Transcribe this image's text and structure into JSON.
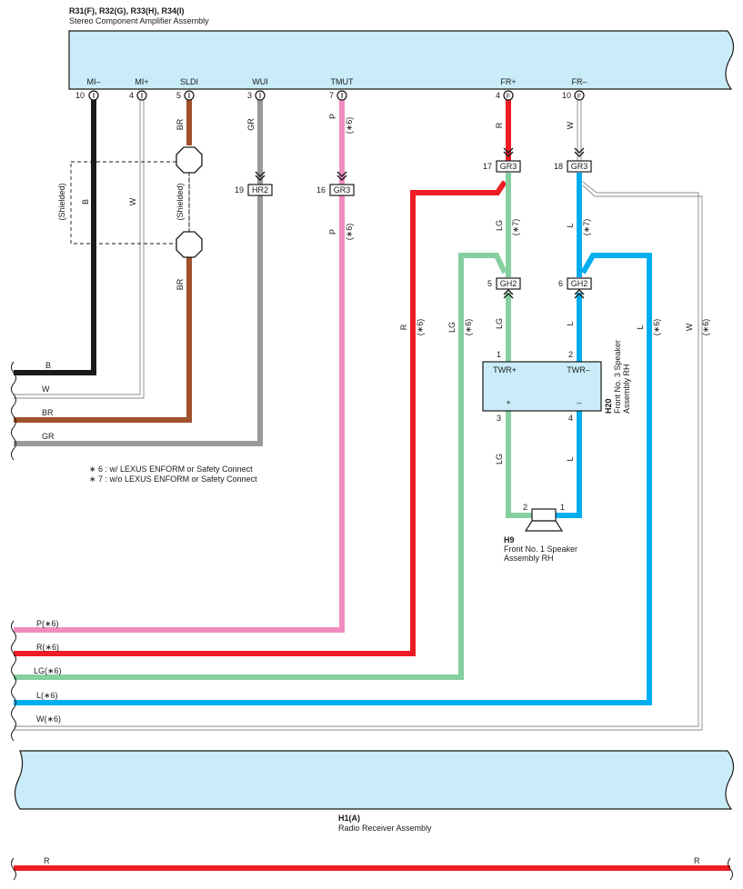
{
  "colors": {
    "black": "#1a1a1a",
    "white_wire": "#9a9a9a",
    "brown": "#a0522d",
    "gray": "#999999",
    "pink": "#f08cc0",
    "red": "#ee1c24",
    "light_green": "#86cfa0",
    "blue": "#00aeef",
    "component_fill": "#c9ecf8"
  },
  "amplifier": {
    "code": "R31(F), R32(G), R33(H), R34(I)",
    "name": "Stereo Component Amplifier Assembly",
    "terminals": [
      {
        "label": "MI–",
        "pin": "10",
        "conn": "I"
      },
      {
        "label": "MI+",
        "pin": "4",
        "conn": "I"
      },
      {
        "label": "SLDI",
        "pin": "5",
        "conn": "I"
      },
      {
        "label": "WUI",
        "pin": "3",
        "conn": "I"
      },
      {
        "label": "TMUT",
        "pin": "7",
        "conn": "I"
      },
      {
        "label": "FR+",
        "pin": "4",
        "conn": "F"
      },
      {
        "label": "FR–",
        "pin": "10",
        "conn": "F"
      }
    ]
  },
  "wire_labels": {
    "br": "BR",
    "gr": "GR",
    "p": "P",
    "r": "R",
    "w": "W",
    "lg": "LG",
    "l": "L",
    "b": "B",
    "n6": "(∗6)",
    "n7": "(∗7)",
    "shielded": "(Shielded)"
  },
  "junctions": [
    {
      "pin": "19",
      "conn": "HR2"
    },
    {
      "pin": "16",
      "conn": "GR3"
    },
    {
      "pin": "17",
      "conn": "GR3"
    },
    {
      "pin": "18",
      "conn": "GR3"
    },
    {
      "pin": "5",
      "conn": "GH2"
    },
    {
      "pin": "6",
      "conn": "GH2"
    }
  ],
  "tweeter": {
    "code": "H20",
    "name_line1": "Front No. 3 Speaker",
    "name_line2": "Assembly RH",
    "pin_tl": "1",
    "pin_tr": "2",
    "pin_bl": "3",
    "pin_br": "4",
    "twr_plus": "TWR+",
    "twr_minus": "TWR–",
    "plus": "+",
    "minus": "–"
  },
  "speaker": {
    "code": "H9",
    "name_line1": "Front No.  1 Speaker",
    "name_line2": "Assembly RH",
    "pin_left": "2",
    "pin_right": "1"
  },
  "notes": [
    "∗ 6 : w/ LEXUS ENFORM or Safety Connect",
    "∗ 7 : w/o LEXUS ENFORM or Safety Connect"
  ],
  "left_exits_top": [
    "B",
    "W",
    "BR",
    "GR"
  ],
  "left_exits_bottom": [
    "P(∗6)",
    "R(∗6)",
    "LG(∗6)",
    "L(∗6)",
    "W(∗6)"
  ],
  "receiver": {
    "code": "H1(A)",
    "name": "Radio Receiver Assembly"
  },
  "bottom_wire": {
    "left": "R",
    "right": "R"
  }
}
